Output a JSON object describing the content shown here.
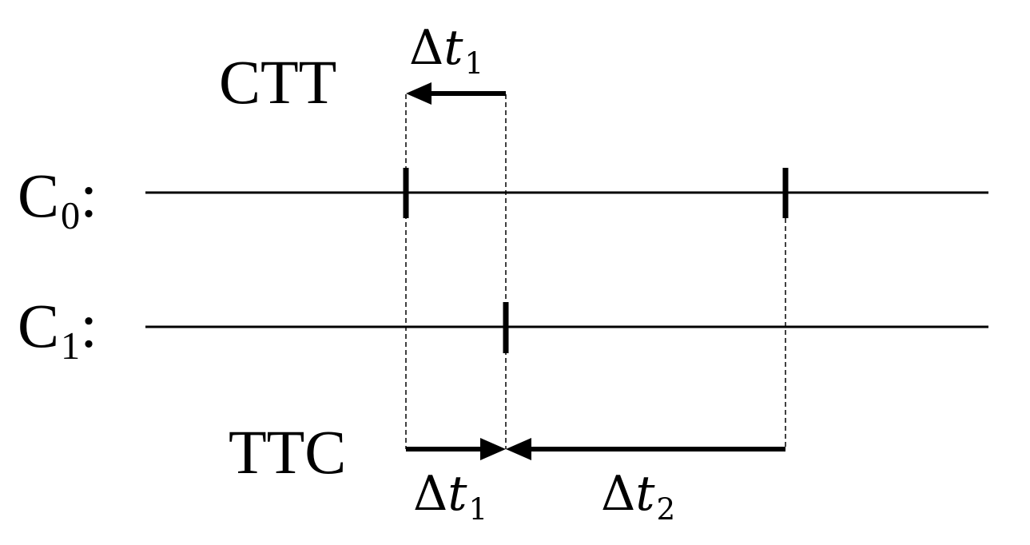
{
  "title_ctt": "CTT",
  "title_ttc": "TTC",
  "clocks": [
    {
      "base": "C",
      "sub": "0",
      "suffix": ":"
    },
    {
      "base": "C",
      "sub": "1",
      "suffix": ":"
    }
  ],
  "intervals": {
    "ctt_dt1": {
      "delta": "Δ",
      "var": "t",
      "sub": "1"
    },
    "ttc_dt1": {
      "delta": "Δ",
      "var": "t",
      "sub": "1"
    },
    "ttc_dt2": {
      "delta": "Δ",
      "var": "t",
      "sub": "2"
    }
  },
  "colors": {
    "ink": "#000000",
    "background": "#ffffff"
  }
}
